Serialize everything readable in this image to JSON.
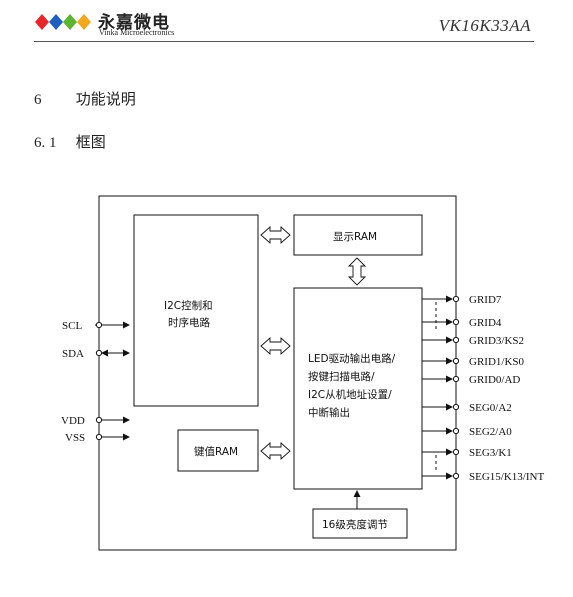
{
  "header": {
    "brand_cn": "永嘉微电",
    "brand_en": "Vinka Microelectronics",
    "model": "VK16K33AA",
    "logo_colors": [
      "#e8262a",
      "#1f5fbf",
      "#5cb531",
      "#f2a81d"
    ]
  },
  "sections": {
    "s6_num": "6",
    "s6_title": "功能说明",
    "s61_num": "6. 1",
    "s61_title": "框图"
  },
  "diagram": {
    "blocks": {
      "i2c_ctrl_line1": "I2C控制和",
      "i2c_ctrl_line2": "时序电路",
      "display_ram": "显示RAM",
      "key_ram": "键值RAM",
      "led_drv_line1": "LED驱动输出电路/",
      "led_drv_line2": "按键扫描电路/",
      "led_drv_line3": "I2C从机地址设置/",
      "led_drv_line4": "中断输出",
      "brightness": "16级亮度调节"
    },
    "left_pins": {
      "scl": "SCL",
      "sda": "SDA",
      "vdd": "VDD",
      "vss": "VSS"
    },
    "right_pins": {
      "p0": "GRID7",
      "p1": "GRID4",
      "p2": "GRID3/KS2",
      "p3": "GRID1/KS0",
      "p4": "GRID0/AD",
      "p5": "SEG0/A2",
      "p6": "SEG2/A0",
      "p7": "SEG3/K1",
      "p8": "SEG15/K13/INT"
    }
  }
}
